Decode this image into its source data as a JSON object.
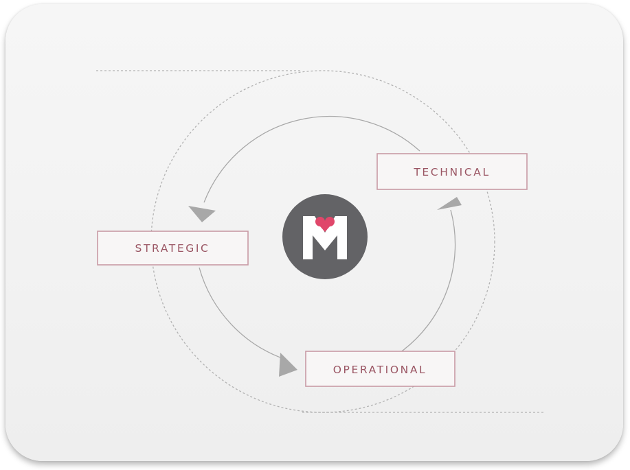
{
  "diagram": {
    "labels": {
      "technical": "TECHNICAL",
      "strategic": "STRATEGIC",
      "operational": "OPERATIONAL"
    },
    "logo": {
      "letter": "M",
      "accent_color": "#e0476a",
      "background_color": "#636366"
    },
    "colors": {
      "label_border": "#c99aa5",
      "label_text": "#9a5563",
      "arrow": "#a8a8a8",
      "dashed_line": "#b2b2b2"
    }
  }
}
